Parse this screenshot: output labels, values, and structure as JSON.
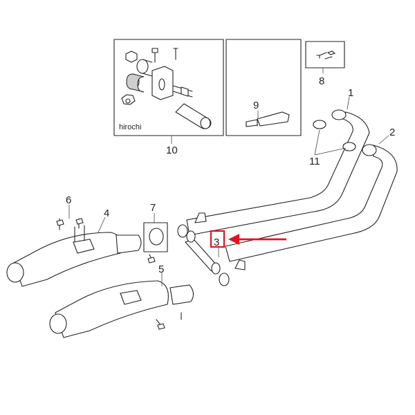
{
  "watermark": "hirochi",
  "callouts": {
    "c1": "1",
    "c2": "2",
    "c3": "3",
    "c4": "4",
    "c5": "5",
    "c6": "6",
    "c7": "7",
    "c8": "8",
    "c9": "9",
    "c10": "10",
    "c11": "11"
  },
  "highlight": {
    "part": "3",
    "color": "#e0141e"
  }
}
